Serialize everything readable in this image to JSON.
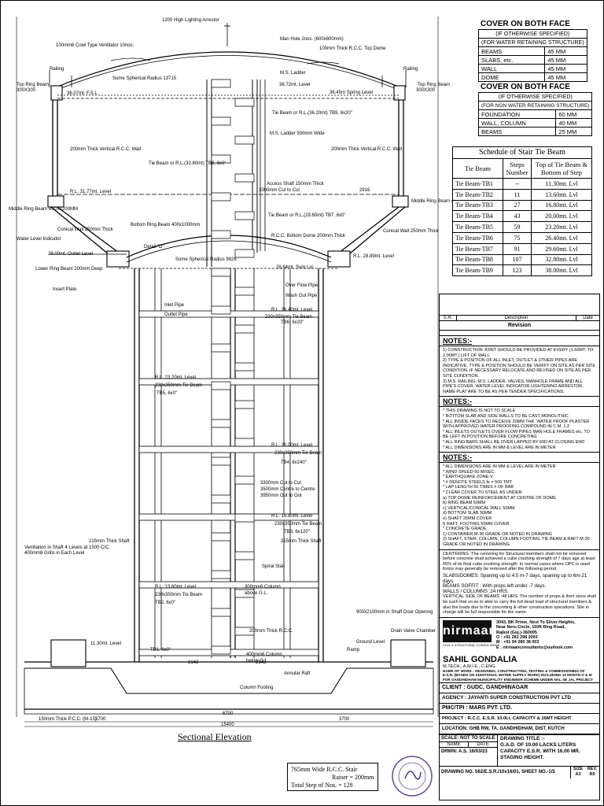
{
  "title": "Sectional Elevation",
  "stair_note": {
    "l1": "765mm Wide R.C.C. Stair",
    "l2": "Raiser = 200mm",
    "l3": "Total Step of Nos. = 128"
  },
  "cover_water": {
    "title": "COVER ON BOTH FACE",
    "sub1": "(IF OTHERWISE SPECIFIED)",
    "sub2": "(FOR WATER RETAINING STRUCTURE)",
    "rows": [
      [
        "BEAMS",
        "45 MM"
      ],
      [
        "SLABS, etc.",
        "45 MM"
      ],
      [
        "WALL",
        "45 MM"
      ],
      [
        "DOME",
        "45 MM"
      ]
    ]
  },
  "cover_nonwater": {
    "title": "COVER ON BOTH FACE",
    "sub1": "(IF OTHERWISE SPECIFIED)",
    "sub2": "(FOR NON WATER RETAINING STRUCTURE)",
    "rows": [
      [
        "FOUNDATION",
        "60 MM"
      ],
      [
        "WALL, COLUMN",
        "40 MM"
      ],
      [
        "BEAMS",
        "25 MM"
      ]
    ]
  },
  "stair_schedule": {
    "title": "Schedule of Stair Tie Beam",
    "h1": "Tie Beam",
    "h2": "Steps Number",
    "h3": "Top of Tie Beam & Bottom of Step",
    "rows": [
      [
        "Tie Beam-TB1",
        "--",
        "11.30mt. Lvl"
      ],
      [
        "Tie Beam-TB2",
        "11",
        "13.60mt. Lvl"
      ],
      [
        "Tie Beam-TB3",
        "27",
        "16.80mt. Lvl"
      ],
      [
        "Tie Beam-TB4",
        "43",
        "20.00mt. Lvl"
      ],
      [
        "Tie Beam-TB5",
        "59",
        "23.20mt. Lvl"
      ],
      [
        "Tie Beam-TB6",
        "75",
        "26.40mt. Lvl"
      ],
      [
        "Tie Beam-TB7",
        "91",
        "29.60mt. Lvl"
      ],
      [
        "Tie Beam-TB8",
        "107",
        "32.80mt. Lvl"
      ],
      [
        "Tie Beam-TB9",
        "123",
        "38.00mt. Lvl"
      ]
    ]
  },
  "revision": {
    "c1": "S.R.",
    "c2": "Description",
    "c3": "Date",
    "title": "Revision"
  },
  "notes1": {
    "title": "NOTES:-",
    "items": [
      "1) CONSTRUCTION JOINT SHOULD BE PROVIDED AT EVERY (1.50MT. TO 2.00MT.) LIFT OF WALL",
      "2) TYPE & POSITION OF ALL INLET, OUTLET & OTHER PIPES ARE INDICATIVE. TYPE & POSITION SHOULD BE VERIFY ON SITE AS PER SITE CONDITION. IF NECESSARY RELOCATE AND REVISED ON SITE AS PER SITE CONDITION.",
      "3) M.S. RAILING, M.S. LADDER, VALVES, MANHOLE FRAME AND ALL PIPE'S COVER, WATER LEVEL INDICATOR LIGHTENING ARRESTOR, NAME PLAT ARE TO BE AS PER TENDER SPECIFICATIONS."
    ]
  },
  "notes2": {
    "title": "NOTES:-",
    "items": [
      "* THIS DRAWING IS NOT TO SCALE",
      "* BOTTOM SLAB AND SIDE WALLS TO BE CAST MONOLITHIC",
      "* ALL INSIDE FACES TO RECEIVE 20MM THK. WATER PROOF PLASTER WITH APPROVED WATER PROOFING COMPOUND IN C.M. 1:2",
      "* ALL INLETS OUTLETS OVER FLOW PIPES MAN HOLE FRAMES etc. TO BE LEFT IN POSITION BEFORE CONCRETING",
      "* ALL RING BARS SHALL BE OVER LAPPED BY 60D AT CLOSING END",
      "* ALL DIMENSIONS ARE IN MM & LEVEL ARE IN METER"
    ]
  },
  "notes3": {
    "title": "NOTES:-",
    "items": [
      "* ALL DIMENSIONS ARE IN MM & LEVEL ARE IN METER",
      "* WIND SPEED-50 M/SEC.",
      "* EARTHQUAKE ZONE-V",
      "* # DENOTE STEELS fe = 500 TMT",
      "* LAP LENGTH 50 TIMES # OF BAR",
      "* CLEAR COVER TO STEEL AS UNDER",
      "a) TOP DOME REINFORCEMENT AT CENTRE OF DOME",
      "b) RING BEAM 50MM",
      "c) VERTICAL/CONICAL WALL 50MM",
      "d) BOTTOM SLAB 50MM",
      "e) SHAFT 25MM COVER",
      "f) RAFT, FOOTING 50MM COVER",
      "* CONCRETE GRADE",
      "1) CONTAINER M-30 GRADE OR NOTED IN DRAWING",
      "2) SHAFT, STAIR, COLUMN, COLUMN FOOTING, TIE BEAM & RAFT M-30 GRADE OR NOTED IN DRAWING"
    ]
  },
  "centering": {
    "p1": "CENTERING :The centering for Structural members shall not be removed before concrete shall achieved a cube crushing strength of 7 days age at least 65% of its final cube crushing strength. In normal cases where OPC is used forms may generally be removed after the following period.",
    "p2": "SLABS/DOMES: Spaning up to 4.5 m-7 days, spaning up to 6m-21 days.",
    "p3": "BEAMS SOFFIT : With props left under -7 days.",
    "p4": "WALLS / COLUMNS :24 HRS.",
    "p5": "VERTICAL SIDE OF BEAMS :48 HRS. The number of props & their sizes shall be such that so as to able to carry the full dead load of structural members & also the loads due to the concreting & other construction operations. Site in charge will be full responsible for the same."
  },
  "firm": {
    "logo": "nirmaan",
    "tagline": "CIVIL & STRUCTURAL CONSULTANCY",
    "addr1": "3043, BK Prime, Next To Silver Heights,",
    "addr2": "Near Neru Circle, 150ft Ring Road,",
    "addr3": "Rajkot (Guj.)-360005",
    "ph1": "O : +91 281 298 2003",
    "ph2": "M : +91 94 280 38 003",
    "email": "E : nirmaanconsultants@outlook.com",
    "name": "SAHIL GONDALIA",
    "quals": "M.TECH., A.M.I.E., C.ENG.",
    "work": "NAME OF WORK : DESIGNING, CONSTRUCTING, TESTING & COMMISSIONING OF E.S.R. (BASED ON ADDITIONAL WATER SUPPLY WORK) INCLUDING 10 MONTH O & M FOR GANDHIDHAM MUNICIPALITY ENGINEER SCHEME UNDER NAL SE JAL PROJECT"
  },
  "info": {
    "client": "CLIENT  : GUDC, GANDHINAGAR",
    "agency": "AGENCY : JAYANTI SUPER CONSTRUCTION PVT LTD",
    "pmc": "PMC/TPI : MARS PVT. LTD.",
    "project": "PROJECT : R.C.C. E.S.R. 10.0Lt. CAPACITY & 16MT HEIGHT",
    "location": "LOCATION: GHB RW, TA. GANDHIDHAM, DIST. KUTCH",
    "scale": "SCALE: NOT TO SCALE",
    "name_h": "NAME",
    "date_h": "DATE",
    "drwn": "DRWN: A.S.  16/03/23",
    "title_l1": "DRAWING TITLE :-",
    "title_l2": "G.A.D. OF 10.00 LACKS LITERS",
    "title_l3": "CAPACITY E.S.R. WITH 16.00 MR.",
    "title_l4": "STAGING HEIGHT.",
    "drawing_no": "DRAWING NO. 562/E.S.R./10x16/01, SHEET NO.-1/5",
    "size_h": "SIZE",
    "rev_h": "REV.",
    "size": "A3",
    "rev": "R0"
  },
  "labels": {
    "arrester": "1200 High Lighting Arrestor",
    "manhole": "Man Hole 2nos. (600x600mm)",
    "ventilator": "100mm6 Cowl Type Ventilator 10nos.",
    "topdome": "100mm Thick R.C.C. Top Dome",
    "railing": "Railing",
    "topring": "Top Ring Beam",
    "topring_size": "300X300",
    "dome_radius": "Some Spherical Radius 13715",
    "lvl1": "36.72mt. Level",
    "lvl2": "36.07mt. F.S.L",
    "lvl3": "36.45m Spring Level",
    "wall": "200mm Thick Vertical R.C.C. Wall",
    "wall2": "200mm Thick Vertical R.C.C. Wall",
    "ladder": "M.S. Ladder",
    "ladder2": "M.S. Ladder 500mm Wide",
    "tb_a": "Tie Beam or R.L.(36.20mt) TB9, 6x20\"",
    "tb_b": "Tie Beam or R.L.(32.80mt) TB8, 6x0\"",
    "access": "Access Shaft 150mm Thick",
    "access2": "3300mm Cut to Cut",
    "lvl4": "R.L. 31.77mt. Level",
    "middle_ring": "Middle Ring Beam 450X1200MM",
    "middle_ring2": "Middle Ring Beam 450x450mm",
    "water_lvl": "Water Level Indicator",
    "conical": "Conical Wall 250mm Thick",
    "conical2": "Conical Wall 250mm Thick",
    "bottom_ring": "Bottom Ring Beam 400x1000mm",
    "tb_c": "Tie Beam or R.L.(29.60mt) TB7, 6x0\"",
    "rcc_dome": "R.C.C. Bottom Dome 200mm Thick",
    "lvl5": "29.00mt. Outlet Level",
    "detail": "Detail \"D\"",
    "bottom_dome": "Some Spherical Radius 9826",
    "lvl6": "R.L. 28.89mt. Level",
    "lower_ring": "Lower Ring Beam 200mm Deep",
    "insert": "Insert Plate",
    "lvl7": "28.64mt. Sum Lvl",
    "overflow": "Over Flow Pipe",
    "wash": "Wash Out Pipe",
    "inlet": "Inlet Pipe",
    "outlet": "Outlet Pipe",
    "lvl8": "R.L. 26.40mt. Level",
    "tb6": "TB6, 6x20\"",
    "beam": "230x350mm Tie Beam",
    "lvl9": "R.L. 23.20mt. Level",
    "tb5": "TB5, 6x0\"",
    "lvl10": "R.L. 20.00mt. Level",
    "tb4": "TB4, 6x240\"",
    "shaft_cut": "3300mm Cut to Cut",
    "shaft_ctr": "3500mm Centre to Centre",
    "shaft_out": "3950mm Out to Out",
    "lvl11": "R.L. 16.80mt. Level",
    "tb3": "TB3, 6x120\"",
    "thick_shaft": "215mm Thick Shaft",
    "thick_shaft2": "215mm Thick Shaft",
    "vent_shaft": "Ventilation in Shaft 4 Levels at 1500 C/C 400mm8 Grills in Each Level",
    "spiral": "Spiral Stair",
    "lvl12": "R.L. 13.60mt. Level",
    "tb2": "TB2, 6x0\"",
    "column": "300mm6 Column",
    "column2": "above G.L.",
    "door": "900x2100mm in Shaft Door Opening",
    "drain": "Drain Valve Chamber",
    "rcc_thick": "200mm Thick R.C.C.",
    "lvl13": "11.30mt. Level",
    "tb1": "TB1, 6x0\"",
    "ramp": "Ramp",
    "ground": "Ground Level",
    "column3": "400mm6 Column",
    "column4": "below G.L.",
    "raft": "Annular Raft",
    "col_footing": "Column Footing",
    "pcc": "150mm Thick P.C.C. (M-15)",
    "dim1": "2143",
    "dim2": "2143",
    "dim3": "15400",
    "dim4": "3700",
    "dim5": "3700",
    "dim6": "2916",
    "dim7": "6700"
  }
}
